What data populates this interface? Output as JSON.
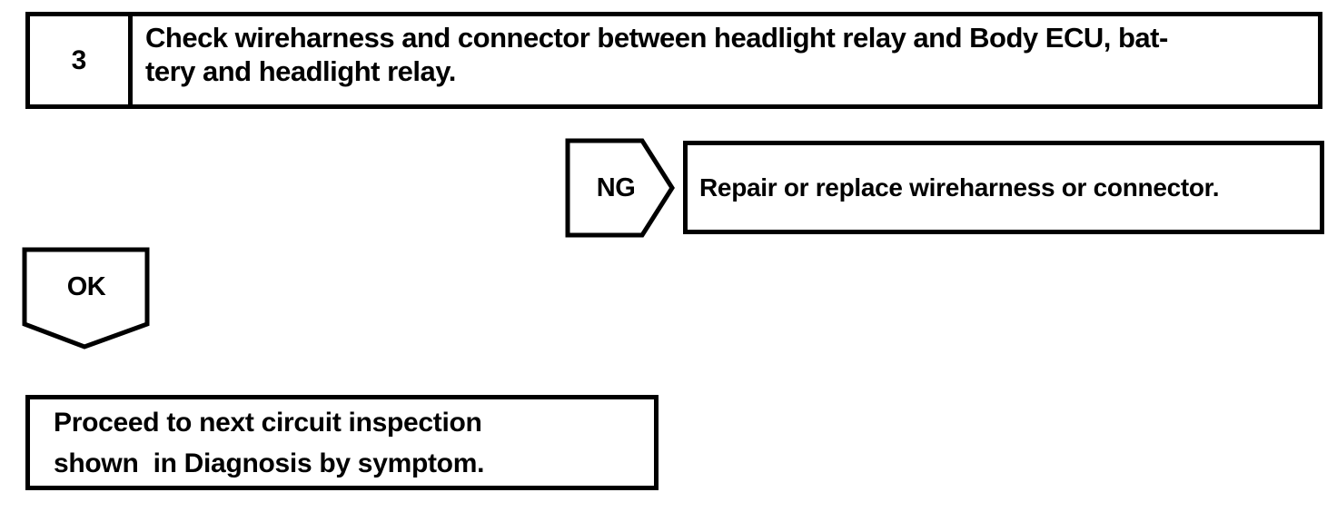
{
  "page": {
    "colors": {
      "ink": "#000000",
      "paper": "#ffffff"
    }
  },
  "flowchart": {
    "step": {
      "number": "3",
      "instruction_lines": [
        "Check wireharness and connector between headlight relay and Body ECU, bat-",
        "tery and headlight relay."
      ]
    },
    "ng_branch": {
      "label": "NG",
      "action": "Repair or replace wireharness or connector."
    },
    "ok_branch": {
      "label": "OK",
      "action_lines": [
        "Proceed to next circuit inspection",
        "shown  in Diagnosis by symptom."
      ]
    }
  }
}
